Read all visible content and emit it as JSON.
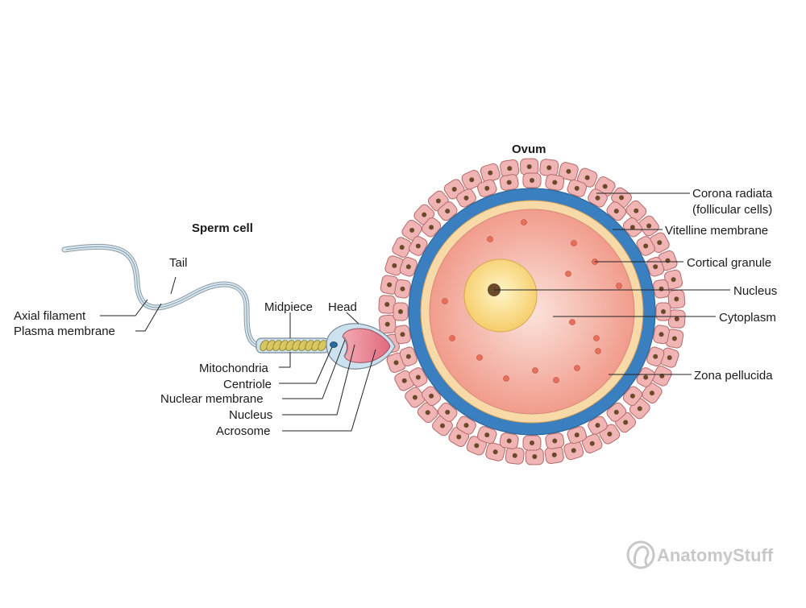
{
  "sperm": {
    "title": "Sperm cell",
    "labels": {
      "tail": "Tail",
      "axial_filament": "Axial filament",
      "plasma_membrane": "Plasma membrane",
      "midpiece": "Midpiece",
      "head": "Head",
      "mitochondria": "Mitochondria",
      "centriole": "Centriole",
      "nuclear_membrane": "Nuclear membrane",
      "nucleus": "Nucleus",
      "acrosome": "Acrosome"
    }
  },
  "ovum": {
    "title": "Ovum",
    "labels": {
      "corona_radiata_1": "Corona radiata",
      "corona_radiata_2": "(follicular cells)",
      "vitelline_membrane": "Vitelline membrane",
      "cortical_granule": "Cortical granule",
      "nucleus": "Nucleus",
      "cytoplasm": "Cytoplasm",
      "zona_pellucida": "Zona pellucida"
    }
  },
  "brand": {
    "name": "AnatomyStuff"
  },
  "colors": {
    "corona_cell": "#f0b4b4",
    "corona_outline": "#b46a6a",
    "corona_nucleus": "#6b4a2a",
    "zona": "#3a7fbf",
    "vitelline": "#f8d9a8",
    "cytoplasm": "#f4b0a0",
    "granule": "#e8705a",
    "nucleus_fill": "#fce6a8",
    "nucleolus": "#6b4a2a",
    "sperm_head": "#cce2ee",
    "acrosome": "#e87e90",
    "mitochondria": "#d8c660"
  }
}
